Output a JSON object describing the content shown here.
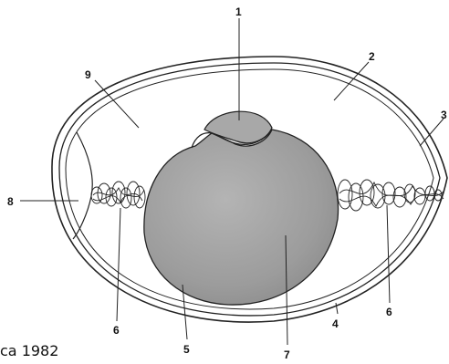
{
  "diagram": {
    "labels": [
      "1",
      "2",
      "3",
      "4",
      "5",
      "6",
      "6",
      "7",
      "8",
      "9"
    ]
  },
  "caption": "ca 1982"
}
